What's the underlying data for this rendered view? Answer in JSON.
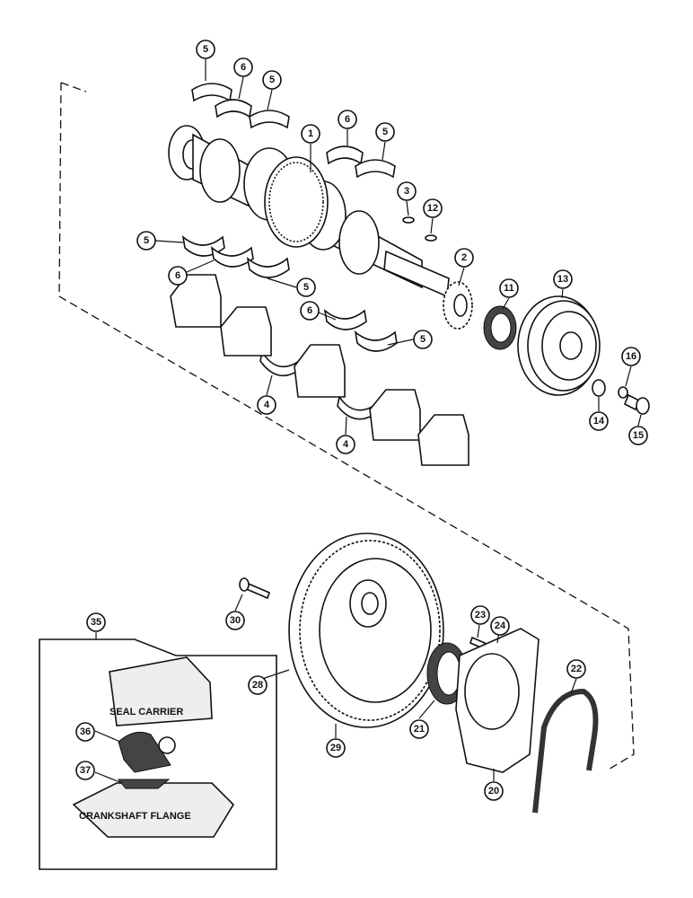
{
  "callouts": {
    "n1": "1",
    "n2": "2",
    "n3": "3",
    "n4a": "4",
    "n4b": "4",
    "n5a": "5",
    "n5b": "5",
    "n5c": "5",
    "n5d": "5",
    "n5e": "5",
    "n5f": "5",
    "n6a": "6",
    "n6b": "6",
    "n6c": "6",
    "n6d": "6",
    "n11": "11",
    "n12": "12",
    "n13": "13",
    "n14": "14",
    "n15": "15",
    "n16": "16",
    "n20": "20",
    "n21": "21",
    "n22": "22",
    "n23": "23",
    "n24": "24",
    "n28": "28",
    "n29": "29",
    "n30": "30",
    "n35": "35",
    "n36": "36",
    "n37": "37"
  },
  "inset": {
    "seal_carrier_label": "SEAL CARRIER",
    "crankshaft_flange_label": "CRANKSHAFT FLANGE"
  }
}
